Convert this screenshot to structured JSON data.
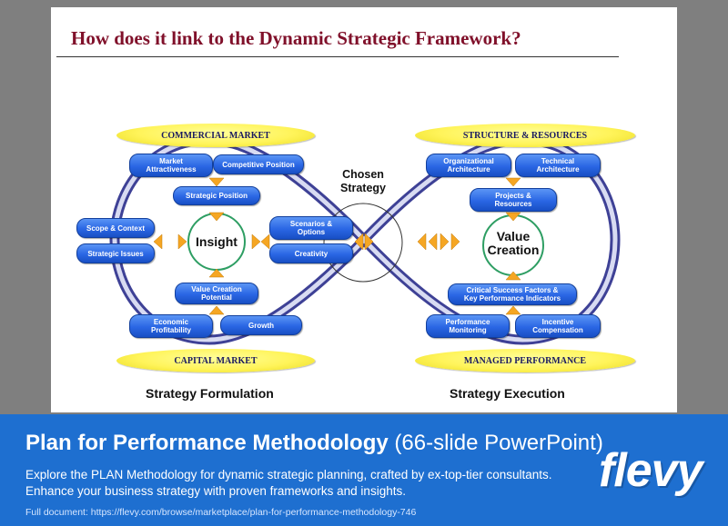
{
  "slide": {
    "title": "How does it link to the Dynamic Strategic Framework?",
    "left": {
      "top_label": "COMMERCIAL MARKET",
      "bottom_label": "CAPITAL MARKET",
      "center": "Insight",
      "caption": "Strategy Formulation",
      "pills": {
        "market_attractiveness": "Market\nAttractiveness",
        "competitive_position": "Competitive Position",
        "strategic_position": "Strategic Position",
        "scope_context": "Scope & Context",
        "strategic_issues": "Strategic Issues",
        "scenarios_options": "Scenarios &\nOptions",
        "creativity": "Creativity",
        "value_creation_potential": "Value Creation\nPotential",
        "economic_profitability": "Economic\nProfitability",
        "growth": "Growth"
      }
    },
    "middle": {
      "label": "Chosen\nStrategy"
    },
    "right": {
      "top_label": "STRUCTURE & RESOURCES",
      "bottom_label": "MANAGED PERFORMANCE",
      "center": "Value\nCreation",
      "caption": "Strategy Execution",
      "pills": {
        "organizational_architecture": "Organizational\nArchitecture",
        "technical_architecture": "Technical\nArchitecture",
        "projects_resources": "Projects &\nResources",
        "csf_kpi": "Critical Success Factors &\nKey Performance Indicators",
        "performance_monitoring": "Performance\nMonitoring",
        "incentive_compensation": "Incentive\nCompensation"
      }
    }
  },
  "footer": {
    "title_bold": "Plan for Performance Methodology",
    "title_rest": " (66-slide PowerPoint)",
    "description": "Explore the PLAN Methodology for dynamic strategic planning, crafted by ex-top-tier consultants. Enhance your business strategy with proven frameworks and insights.",
    "link": "Full document: https://flevy.com/browse/marketplace/plan-for-performance-methodology-746",
    "logo": "flevy"
  },
  "colors": {
    "title": "#80102a",
    "pill": "#2a66e4",
    "ellipse": "#fff45a",
    "arrow": "#f5a623",
    "loop": "#4b4fa6",
    "footer": "#1e6fd0"
  }
}
